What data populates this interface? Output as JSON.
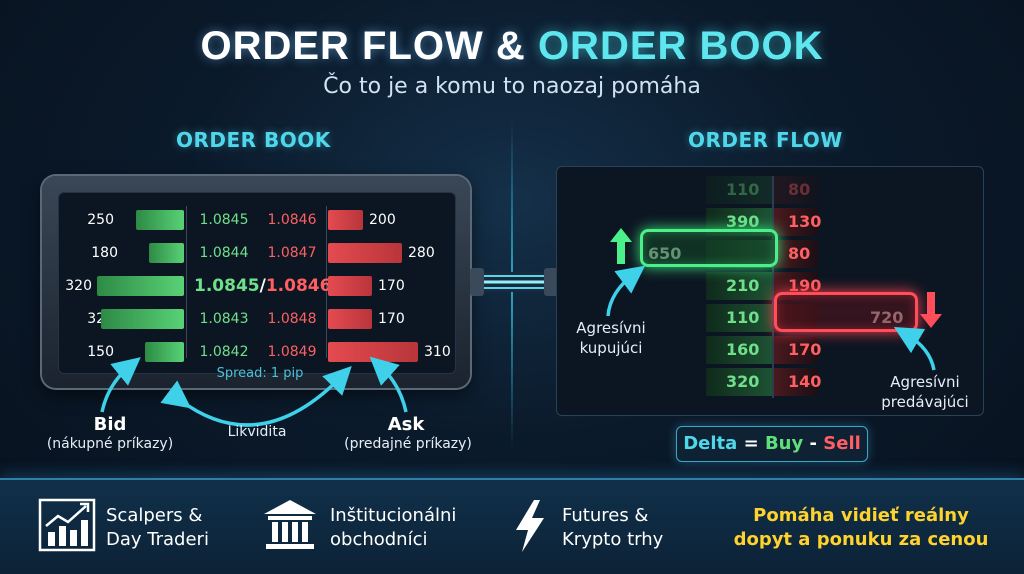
{
  "title": {
    "part1": "ORDER FLOW",
    "amp": "&",
    "part2": "ORDER BOOK"
  },
  "subtitle": "Čo to je a komu to naozaj pomáha",
  "order_book": {
    "heading": "ORDER BOOK",
    "rows": [
      {
        "bid_qty": "250",
        "bid_price": "1.0845",
        "ask_price": "1.0846",
        "ask_qty": "200",
        "bid_fill": 0.52,
        "ask_fill": 0.38
      },
      {
        "bid_qty": "180",
        "bid_price": "1.0844",
        "ask_price": "1.0847",
        "ask_qty": "280",
        "bid_fill": 0.38,
        "ask_fill": 0.8
      },
      {
        "bid_qty": "320",
        "bid_price": "1.0845",
        "ask_price": "1.0846",
        "ask_qty": "170",
        "bid_fill": 0.95,
        "ask_fill": 0.48,
        "mid": true,
        "slash": "/"
      },
      {
        "bid_qty": "320",
        "bid_price": "1.0843",
        "ask_price": "1.0848",
        "ask_qty": "170",
        "bid_fill": 0.9,
        "ask_fill": 0.48
      },
      {
        "bid_qty": "150",
        "bid_price": "1.0842",
        "ask_price": "1.0849",
        "ask_qty": "310",
        "bid_fill": 0.42,
        "ask_fill": 0.98
      }
    ],
    "spread": "Spread: 1 pip",
    "bid_label": "Bid",
    "bid_sub": "(nákupné príkazy)",
    "ask_label": "Ask",
    "ask_sub": "(predajné príkazy)",
    "liquidity": "Likvidita"
  },
  "order_flow": {
    "heading": "ORDER FLOW",
    "rows": [
      {
        "buy": "110",
        "sell": "80"
      },
      {
        "buy": "390",
        "sell": "130"
      },
      {
        "buy": "650",
        "sell": "80"
      },
      {
        "buy": "210",
        "sell": "190"
      },
      {
        "buy": "110",
        "sell": "720"
      },
      {
        "buy": "160",
        "sell": "170"
      },
      {
        "buy": "320",
        "sell": "140"
      }
    ],
    "buyer_label_1": "Agresívni",
    "buyer_label_2": "kupujúci",
    "seller_label_1": "Agresívni",
    "seller_label_2": "predávajúci",
    "delta": {
      "word": "Delta",
      "eq": "=",
      "buy": "Buy",
      "minus": "-",
      "sell": "Sell"
    }
  },
  "bottom": {
    "items": [
      {
        "icon": "chart-up-icon",
        "line1": "Scalpers &",
        "line2": "Day Traderi"
      },
      {
        "icon": "bank-icon",
        "line1": "Inštitucionálni",
        "line2": "obchodníci"
      },
      {
        "icon": "lightning-icon",
        "line1": "Futures &",
        "line2": "Krypto trhy"
      }
    ],
    "highlight_1": "Pomáha vidieť reálny",
    "highlight_2": "dopyt a ponuku za cenou"
  },
  "colors": {
    "accent": "#4fd8ec",
    "buy": "#5fe07a",
    "sell": "#ff5f63",
    "highlight": "#ffd22e"
  }
}
